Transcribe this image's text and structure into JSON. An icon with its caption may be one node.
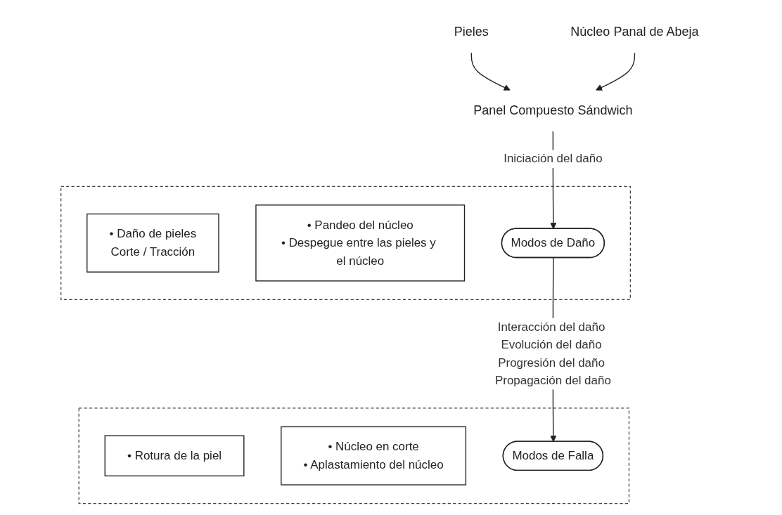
{
  "diagram": {
    "nodes": [
      {
        "text": [
          "Pieles"
        ]
      },
      {
        "text": [
          "Núcleo Panal de Abeja"
        ]
      },
      {
        "text": [
          "Panel Compuesto Sándwich"
        ]
      },
      {
        "text": [],
        "shape": "box"
      },
      {
        "text": [
          "• Daño de pieles",
          "Corte / Tracción"
        ],
        "in": 3
      },
      {
        "text": [
          "• Pandeo del núcleo",
          "• Despegue entre las pieles y el núcleo"
        ],
        "in": 3
      },
      {
        "text": [
          "Modos de Daño"
        ],
        "in": 3
      },
      {
        "text": [],
        "shape": "box"
      },
      {
        "text": [
          "• Rotura de la piel"
        ],
        "in": 7
      },
      {
        "text": [
          "• Núcleo en corte",
          "• Aplastamiento del núcleo"
        ],
        "in": 7
      },
      {
        "text": [
          "Modos de Falla"
        ],
        "in": 7
      }
    ],
    "edges": [
      {
        "from": 0,
        "to": 2,
        "arrow": "to"
      },
      {
        "from": 1,
        "to": 2,
        "arrow": "to"
      },
      {
        "from": 2,
        "to": 6,
        "arrow": "to",
        "label": "Iniciación del daño"
      },
      {
        "from": 6,
        "to": 10,
        "arrow": "to",
        "label": "Interacción del daño Evolución del daño Progresión del daño Propagación del daño"
      }
    ]
  }
}
